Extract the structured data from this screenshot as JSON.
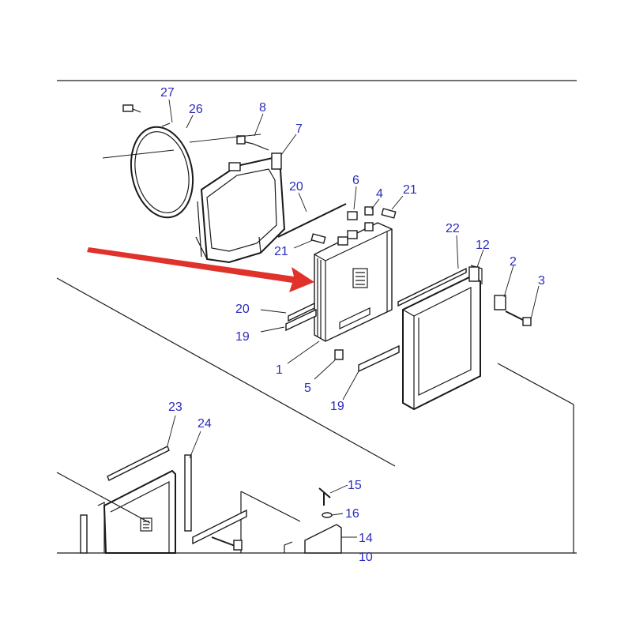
{
  "diagram": {
    "callouts": [
      {
        "id": "c27",
        "text": "27"
      },
      {
        "id": "c26",
        "text": "26"
      },
      {
        "id": "c8",
        "text": "8"
      },
      {
        "id": "c7",
        "text": "7"
      },
      {
        "id": "c20a",
        "text": "20"
      },
      {
        "id": "c6",
        "text": "6"
      },
      {
        "id": "c4",
        "text": "4"
      },
      {
        "id": "c21a",
        "text": "21"
      },
      {
        "id": "c21b",
        "text": "21"
      },
      {
        "id": "c22",
        "text": "22"
      },
      {
        "id": "c12",
        "text": "12"
      },
      {
        "id": "c2",
        "text": "2"
      },
      {
        "id": "c3",
        "text": "3"
      },
      {
        "id": "c20b",
        "text": "20"
      },
      {
        "id": "c19a",
        "text": "19"
      },
      {
        "id": "c1",
        "text": "1"
      },
      {
        "id": "c5",
        "text": "5"
      },
      {
        "id": "c19b",
        "text": "19"
      },
      {
        "id": "c23",
        "text": "23"
      },
      {
        "id": "c24",
        "text": "24"
      },
      {
        "id": "c15",
        "text": "15"
      },
      {
        "id": "c16",
        "text": "16"
      },
      {
        "id": "c14",
        "text": "14"
      },
      {
        "id": "c10",
        "text": "10"
      }
    ],
    "colors": {
      "callout": "#2b2bbf",
      "arrow": "#e0322a",
      "line": "#1a1a1a"
    }
  }
}
